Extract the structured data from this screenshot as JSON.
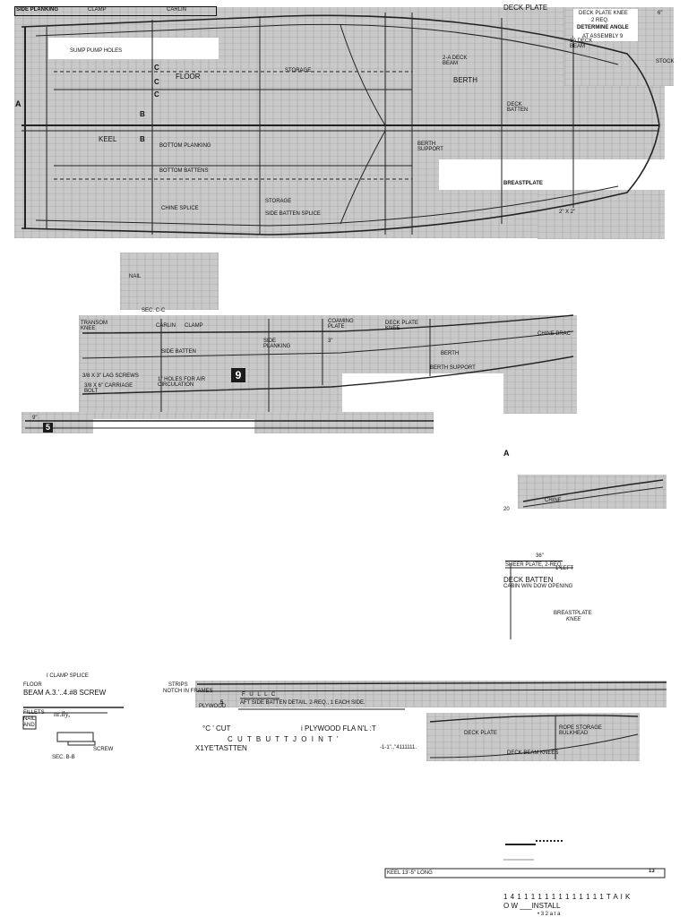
{
  "top_plan": {
    "side_planking": "SIDE PLANKING",
    "clamp": "CLAMP",
    "carlin": "CARLIN",
    "deck_plate": "DECK PLATE",
    "sump_pump_holes": "SUMP PUMP HOLES",
    "floor": "FLOOR",
    "storage_fwd": "STORAGE",
    "deck_beam": "2-A DECK BEAM",
    "berth": "BERTH",
    "deck_batten": "DECK BATTEN",
    "keel": "KEEL",
    "section_c_1": "C",
    "section_c_2": "C",
    "section_c_3": "C",
    "section_b_1": "B",
    "section_b_2": "B",
    "section_a": "A",
    "bottom_planking": "BOTTOM PLANKING",
    "bottom_battens": "BOTTOM BATTENS",
    "berth_support": "BERTH SUPPORT",
    "chine_splice": "CHINE SPLICE",
    "storage_aft": "STORAGE",
    "side_batten_splice": "SIDE BATTEN SPLICE",
    "breastplate": "BREASTPLATE",
    "dim_2x2": "2\" X 2\""
  },
  "knee_detail": {
    "title": "DECK PLATE KNEE",
    "req": "2 REQ.",
    "determine": "DETERMINE ANGLE",
    "assembly": "AT ASSEMBLY 9",
    "deck_beam": "1A DECK BEAM",
    "stock": "STOCK",
    "dim": "6\""
  },
  "sec_cc": {
    "nail": "NAIL",
    "caption": "SEC. C-C"
  },
  "side_elev": {
    "transom_knee": "TRANSOM KNEE",
    "carlin": "CARLIN",
    "clamp": "CLAMP",
    "coaming_plate": "COAMING PLATE",
    "deck_plate_knee": "DECK PLATE KNEE",
    "chine_brace": "CHINE BRAC",
    "side_batten": "SIDE BATTEN",
    "side_planking": "SIDE PLANKING",
    "berth": "BERTH",
    "berth_support": "BERTH SUPPORT",
    "lag_screws": "3/8 X 3\" LAG SCREWS",
    "carriage_bolt": "3/8 X 6\" CARRIAGE BOLT",
    "holes": "1\" HOLES FOR AIR CIRCULATION",
    "fig_num": "9",
    "dim_3": "3\"",
    "dim_9": "9\"",
    "fig_5": "5"
  },
  "right_col": {
    "section_a": "A",
    "chine": "CHINE",
    "num_20": "20",
    "dim_36": "36\"",
    "sheer_plate": "SHEER PLATE, 2-REQ.",
    "left": "1-LEFT",
    "deck_batten": "DECK BATTEN",
    "cabin_window": "CABIN WIN DOW OPENING",
    "breastplate_knee_1": "BREASTPLATE",
    "breastplate_knee_2": "KNEE"
  },
  "sec_bb": {
    "clamp_splice": "I CLAMP SPLICE",
    "floor": "FLOOR",
    "screw_line": "BEAM a.3.'..4.#8 SCREW",
    "fillets": "FILLETS",
    "nail": "NAIL",
    "and": "AND",
    "glue": "nr.ily,",
    "screw": "SCREW",
    "caption": "SEC. B-B"
  },
  "batten_detail": {
    "strips": "STRIPS",
    "notch": "NOTCH IN FRAMES",
    "full": "F U L L  C",
    "aft_side": "AFT SIDE BATTEN DETAIL, 2-REQ., 1 EACH SIDE.",
    "plywood": "PLYWOOD",
    "num_5": "5",
    "cut_a": "°C ' CUT",
    "plywood_flat": "i PLYWOOD FLA N'L :T",
    "cut_butt": "C U T    B U T T   J O I N T '",
    "batten": "X1Ye'TASTTEN",
    "scale_marks": "-1-1\".,\"4111111."
  },
  "bottom_right": {
    "deck_plate": "DECK PLATE",
    "rope_storage": "ROPE STORAGE BULKHEAD",
    "deck_beam_knees": "DECK BEAM KNEES",
    "keel_length": "KEEL 13'-5\" LONG",
    "keel_mark": "13",
    "ruler": "1 4 1 1 1 1 1 1 1 1 1 1 1 1 1 t a i k",
    "install": "O W ___INSTALL",
    "last": "• 3  2 a t a"
  }
}
